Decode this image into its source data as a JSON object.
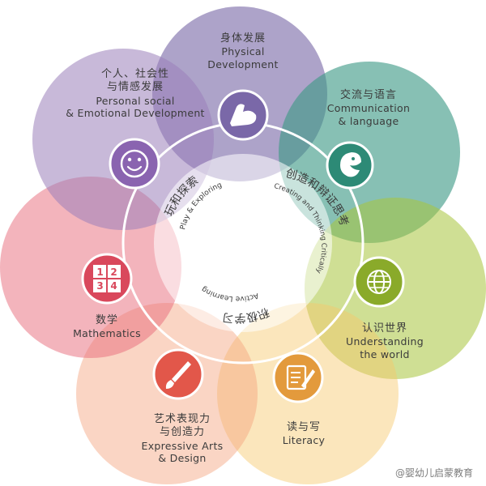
{
  "areas": {
    "physical": {
      "cn": "身体发展",
      "en1": "Physical",
      "en2": "Development",
      "icon": "flexed-arm-icon",
      "color": "#7b6ba8",
      "icon_color": "#7a68a8"
    },
    "communication": {
      "cn": "交流与语言",
      "en1": "Communication",
      "en2": "& language",
      "icon": "speaking-face-icon",
      "color": "#3d9a86",
      "icon_color": "#2d8a76"
    },
    "understanding": {
      "cn": "认识世界",
      "en1": "Understanding",
      "en2": "the world",
      "icon": "globe-icon",
      "color": "#a8c43c",
      "icon_color": "#8aaa2a"
    },
    "literacy": {
      "cn": "读与写",
      "en1": "Literacy",
      "en2": "",
      "icon": "writing-pad-icon",
      "color": "#f6c76a",
      "icon_color": "#e39a3c"
    },
    "arts": {
      "cn1": "艺术表现力",
      "cn2": "与创造力",
      "en1": "Expressive Arts",
      "en2": "& Design",
      "icon": "paintbrush-icon",
      "color": "#f3a27c",
      "icon_color": "#e2574a"
    },
    "maths": {
      "cn": "数学",
      "en1": "Mathematics",
      "en2": "",
      "icon": "number-grid-icon",
      "color": "#e86a7a",
      "icon_color": "#d9485c",
      "grid": [
        "1",
        "2",
        "3",
        "4"
      ]
    },
    "personal": {
      "cn1": "个人、社会性",
      "cn2": "与情感发展",
      "en1": "Personal social",
      "en2": "& Emotional Development",
      "icon": "smiley-face-icon",
      "color": "#9b7fba",
      "icon_color": "#8a64b0"
    }
  },
  "ring": {
    "play_cn": "玩和探索",
    "play_en": "Play & Exploring",
    "creating_cn": "创造和辩证思考",
    "creating_en": "Creating and Thinking Critically",
    "active_cn": "积极学习",
    "active_en": "Active Learning"
  },
  "watermark": "@婴幼儿启蒙教育"
}
